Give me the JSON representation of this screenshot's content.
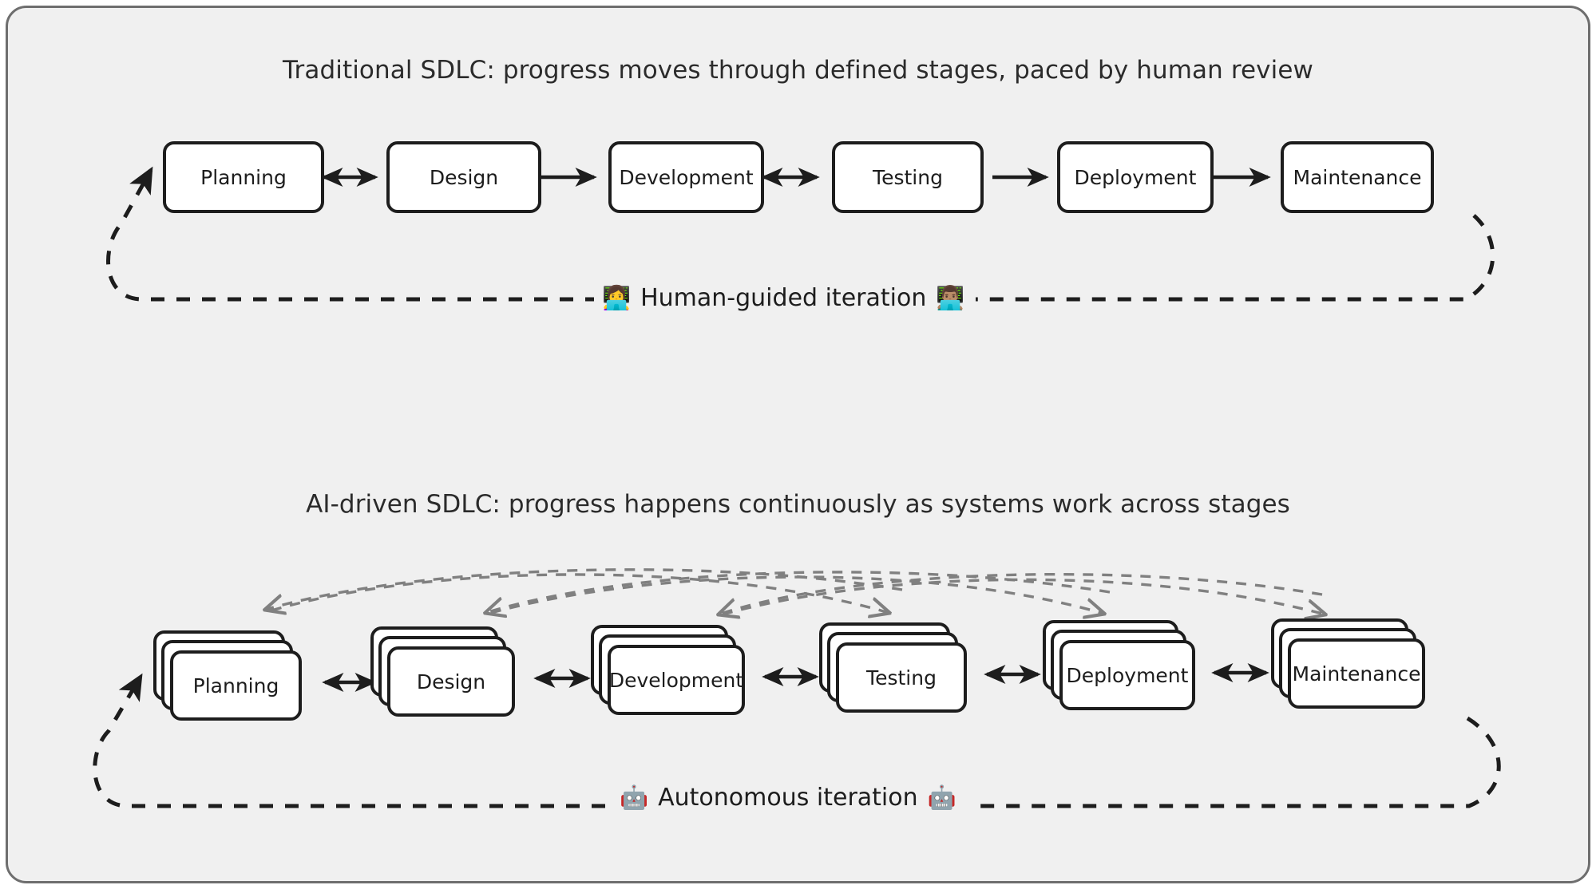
{
  "diagram": {
    "background_color": "#f0f0f0",
    "frame_border_color": "#6e6e6e",
    "node_border_color": "#1d1d1d",
    "node_fill_color": "#ffffff",
    "solid_arrow_color": "#1d1d1d",
    "dashed_loop_color": "#1d1d1d",
    "cross_stage_arrow_color": "#808080"
  },
  "sections": {
    "traditional": {
      "title": "Traditional SDLC: progress moves through defined stages, paced by human review",
      "stages": [
        {
          "label": "Planning"
        },
        {
          "label": "Design"
        },
        {
          "label": "Development"
        },
        {
          "label": "Testing"
        },
        {
          "label": "Deployment"
        },
        {
          "label": "Maintenance"
        }
      ],
      "connectors": [
        {
          "from": "Planning",
          "to": "Design",
          "type": "bidirectional"
        },
        {
          "from": "Design",
          "to": "Development",
          "type": "unidirectional"
        },
        {
          "from": "Development",
          "to": "Testing",
          "type": "bidirectional"
        },
        {
          "from": "Testing",
          "to": "Deployment",
          "type": "unidirectional"
        },
        {
          "from": "Deployment",
          "to": "Maintenance",
          "type": "unidirectional"
        }
      ],
      "loop": {
        "caption": "Human-guided iteration",
        "emoji_left": "👩‍💻",
        "emoji_right": "👨🏽‍💻",
        "style": "dashed",
        "direction": "maintenance-back-to-planning"
      }
    },
    "ai_driven": {
      "title": "AI-driven SDLC: progress happens continuously as systems work across stages",
      "stages": [
        {
          "label": "Planning",
          "stacked": true,
          "stack_depth": 3
        },
        {
          "label": "Design",
          "stacked": true,
          "stack_depth": 3
        },
        {
          "label": "Development",
          "stacked": true,
          "stack_depth": 3
        },
        {
          "label": "Testing",
          "stacked": true,
          "stack_depth": 3
        },
        {
          "label": "Deployment",
          "stacked": true,
          "stack_depth": 3
        },
        {
          "label": "Maintenance",
          "stacked": true,
          "stack_depth": 3
        }
      ],
      "connectors": [
        {
          "from": "Planning",
          "to": "Design",
          "type": "bidirectional"
        },
        {
          "from": "Design",
          "to": "Development",
          "type": "bidirectional"
        },
        {
          "from": "Development",
          "to": "Testing",
          "type": "bidirectional"
        },
        {
          "from": "Testing",
          "to": "Deployment",
          "type": "bidirectional"
        },
        {
          "from": "Deployment",
          "to": "Maintenance",
          "type": "bidirectional"
        }
      ],
      "cross_stage_arcs": [
        {
          "direction": "backward",
          "style": "dashed",
          "color": "#808080"
        },
        {
          "direction": "backward",
          "style": "dashed",
          "color": "#808080"
        },
        {
          "direction": "backward",
          "style": "dashed",
          "color": "#808080"
        },
        {
          "direction": "forward",
          "style": "dashed",
          "color": "#808080"
        },
        {
          "direction": "forward",
          "style": "dashed",
          "color": "#808080"
        },
        {
          "direction": "forward",
          "style": "dashed",
          "color": "#808080"
        }
      ],
      "loop": {
        "caption": "Autonomous iteration",
        "emoji_left": "🤖",
        "emoji_right": "🤖",
        "style": "dashed",
        "direction": "maintenance-back-to-planning"
      }
    }
  }
}
